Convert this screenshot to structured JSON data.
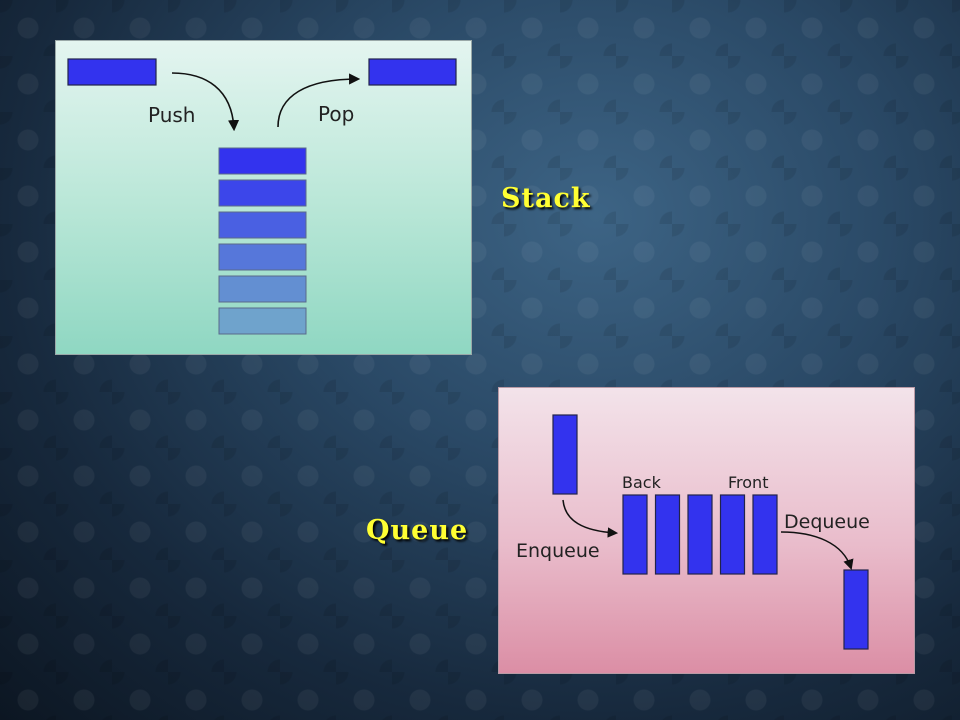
{
  "slide": {
    "stack_title": "Stack",
    "queue_title": "Queue"
  },
  "stack_diagram": {
    "push_label": "Push",
    "pop_label": "Pop",
    "element_count": 6
  },
  "queue_diagram": {
    "back_label": "Back",
    "front_label": "Front",
    "enqueue_label": "Enqueue",
    "dequeue_label": "Dequeue",
    "element_count": 5
  },
  "colors": {
    "element_fill": "#3333ee",
    "element_stroke": "#22234a",
    "heading_text": "#ffff33"
  }
}
